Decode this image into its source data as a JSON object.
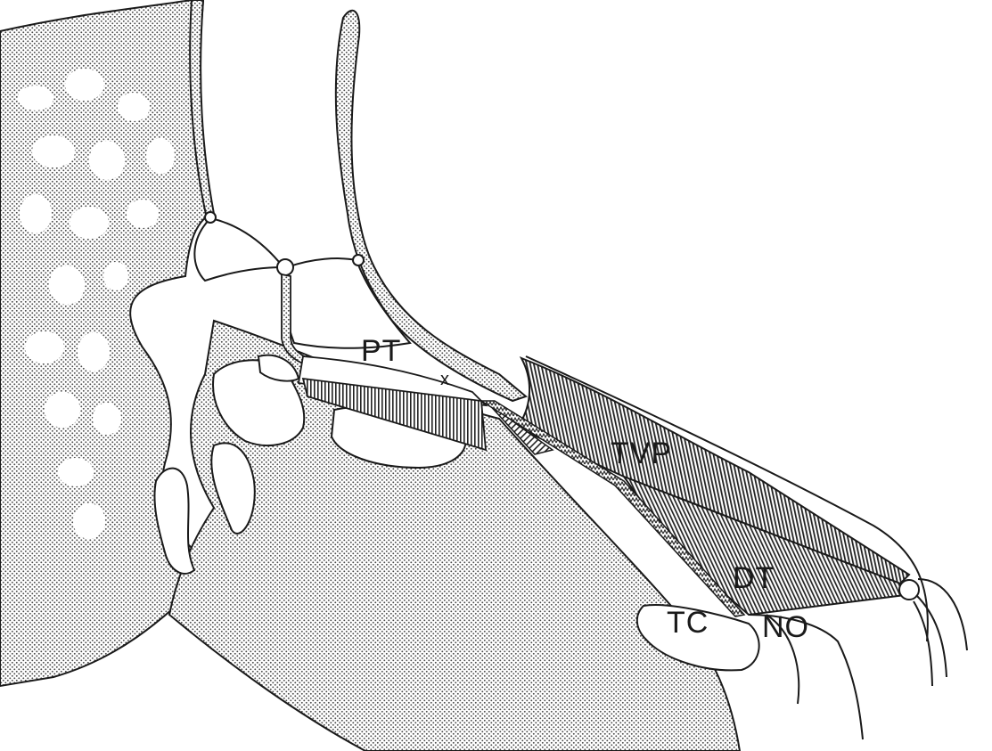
{
  "diagram": {
    "labels": {
      "pt": "PT",
      "x_mark": "x",
      "tvp": "TVP",
      "dt": "DT",
      "tc": "TC",
      "no": "NO"
    },
    "colors": {
      "ink": "#1a1a1a",
      "stipple": "#4a4a4a",
      "background": "#ffffff"
    }
  }
}
